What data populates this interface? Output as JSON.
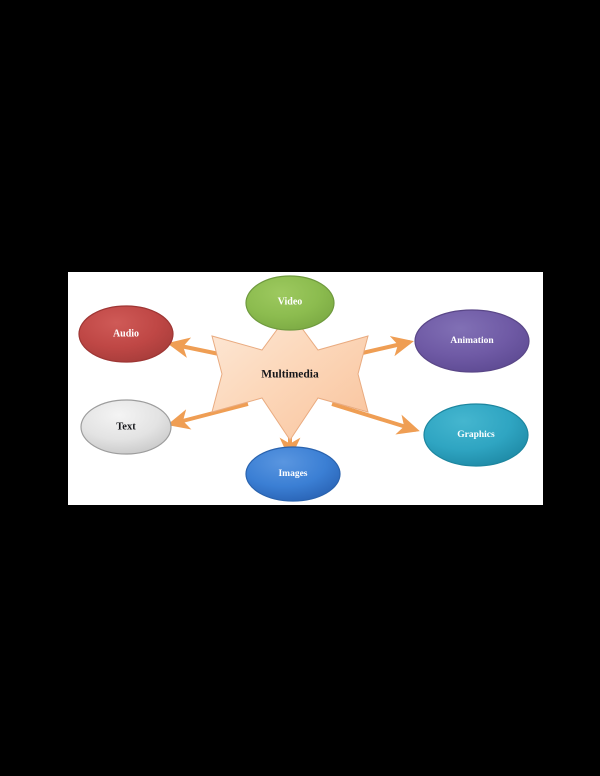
{
  "page": {
    "background_color": "#000000",
    "canvas_background_color": "#ffffff"
  },
  "diagram": {
    "type": "hub-and-spoke",
    "title": "Multimedia",
    "center": {
      "label": "Multimedia",
      "shape": "six-pointed-star",
      "fill_color": "#fbd4b2",
      "fill_color_light": "#fde8d6",
      "border_color": "#e8a877",
      "text_color": "#15161a",
      "font_size": 11
    },
    "connector": {
      "color": "#ef9e54",
      "style": "arrow",
      "direction": "center-to-node"
    },
    "nodes": [
      {
        "id": "video",
        "label": "Video",
        "shape": "ellipse",
        "fill_color": "#8cb council",
        "fill": "#8cbc4f",
        "fill_dark": "#7aa845",
        "border_color": "#6f9a3e",
        "text_color": "#ffffff",
        "position": "top"
      },
      {
        "id": "animation",
        "label": "Animation",
        "shape": "ellipse",
        "fill": "#6f5aa5",
        "fill_dark": "#5e4b90",
        "border_color": "#5a4788",
        "text_color": "#ffffff",
        "position": "top-right"
      },
      {
        "id": "graphics",
        "label": "Graphics",
        "shape": "ellipse",
        "fill": "#2fa5c2",
        "fill_dark": "#1f8fae",
        "border_color": "#1d869f",
        "text_color": "#ffffff",
        "position": "bottom-right"
      },
      {
        "id": "images",
        "label": "Images",
        "shape": "ellipse",
        "fill": "#3b7fd4",
        "fill_dark": "#2a66b8",
        "border_color": "#2a63ae",
        "text_color": "#ffffff",
        "position": "bottom"
      },
      {
        "id": "text",
        "label": "Text",
        "shape": "ellipse",
        "fill": "#e8e8e8",
        "fill_dark": "#c9c9c9",
        "border_color": "#9d9d9d",
        "text_color": "#17181c",
        "position": "bottom-left"
      },
      {
        "id": "audio",
        "label": "Audio",
        "shape": "ellipse",
        "fill": "#bf4745",
        "fill_dark": "#a93b39",
        "border_color": "#9e3634",
        "text_color": "#ffffff",
        "position": "top-left"
      }
    ]
  }
}
